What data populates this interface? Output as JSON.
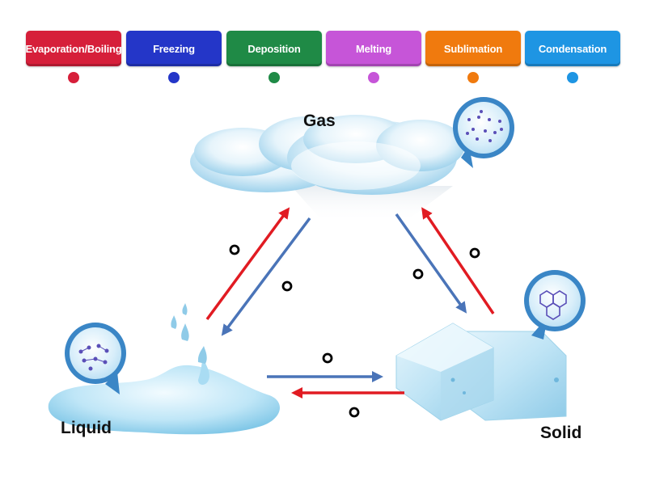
{
  "tiles": [
    {
      "label": "Evaporation/Boiling",
      "color": "#d61f3a"
    },
    {
      "label": "Freezing",
      "color": "#2436c8"
    },
    {
      "label": "Deposition",
      "color": "#1f8a46"
    },
    {
      "label": "Melting",
      "color": "#c655d8"
    },
    {
      "label": "Sublimation",
      "color": "#f07a0e"
    },
    {
      "label": "Condensation",
      "color": "#1e95e3"
    }
  ],
  "labels": {
    "gas": "Gas",
    "liquid": "Liquid",
    "solid": "Solid"
  },
  "colors": {
    "arrow_red": "#e11b22",
    "arrow_blue": "#4a74b8"
  }
}
